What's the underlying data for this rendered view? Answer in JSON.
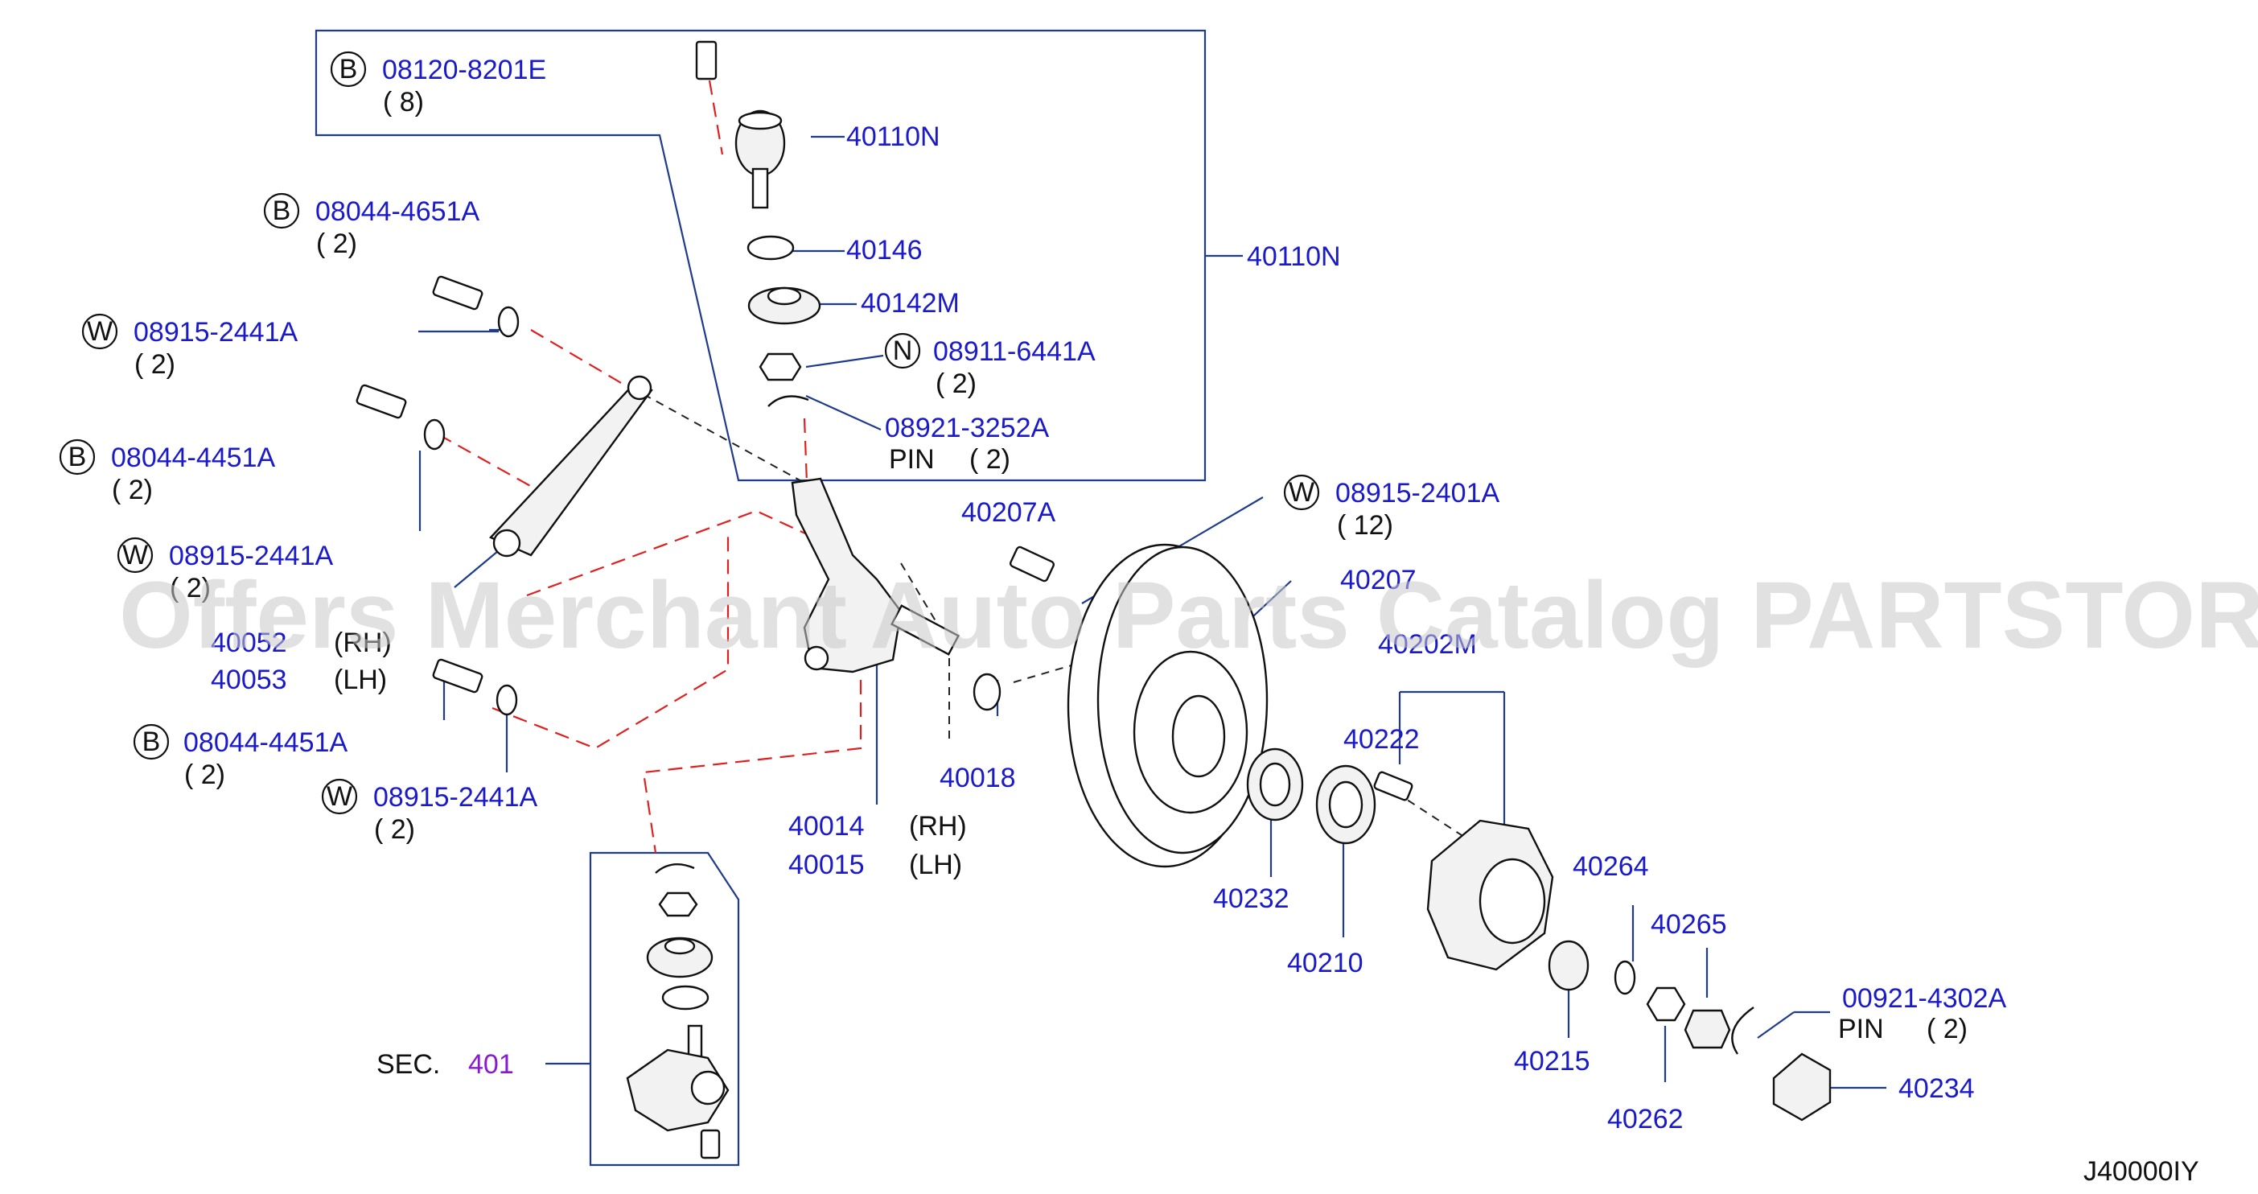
{
  "watermark": "Offers Merchant Auto Parts Catalog PARTSTORE.SA",
  "diagram_code": "J40000IY",
  "section": {
    "prefix": "SEC.",
    "number": "401"
  },
  "circle_letters": {
    "b": "B",
    "w": "W",
    "n": "N"
  },
  "labels": {
    "p08120_8201E": "08120-8201E",
    "q8": "( 8)",
    "p40110N_a": "40110N",
    "p40146": "40146",
    "p40110N_b": "40110N",
    "p40142M": "40142M",
    "p08911_6441A": "08911-6441A",
    "q2_n": "( 2)",
    "p08921_3252A": "08921-3252A",
    "pin1": "PIN",
    "q2_pin1": "( 2)",
    "p08044_4651A": "08044-4651A",
    "q2_a": "( 2)",
    "p08915_2441A_1": "08915-2441A",
    "q2_b": "( 2)",
    "p08044_4451A_1": "08044-4451A",
    "q2_c": "( 2)",
    "p08915_2441A_2": "08915-2441A",
    "q2_d": "( 2)",
    "p40052": "40052",
    "rh1": "(RH)",
    "p40053": "40053",
    "lh1": "(LH)",
    "p08044_4451A_2": "08044-4451A",
    "q2_e": "( 2)",
    "p08915_2441A_3": "08915-2441A",
    "q2_f": "( 2)",
    "p40207A": "40207A",
    "p08915_2401A": "08915-2401A",
    "q12": "( 12)",
    "p40207": "40207",
    "p40202M": "40202M",
    "p40222": "40222",
    "p40018": "40018",
    "p40014": "40014",
    "rh2": "(RH)",
    "p40015": "40015",
    "lh2": "(LH)",
    "p40232": "40232",
    "p40210": "40210",
    "p40264": "40264",
    "p40265": "40265",
    "p40215": "40215",
    "p00921_4302A": "00921-4302A",
    "pin2": "PIN",
    "q2_pin2": "( 2)",
    "p40262": "40262",
    "p40234": "40234"
  },
  "colors": {
    "part_number": "#1a1ac8",
    "section_link": "#8a1ad0",
    "leader_line": "#1f3c8c",
    "hidden_line": "#e02020"
  }
}
